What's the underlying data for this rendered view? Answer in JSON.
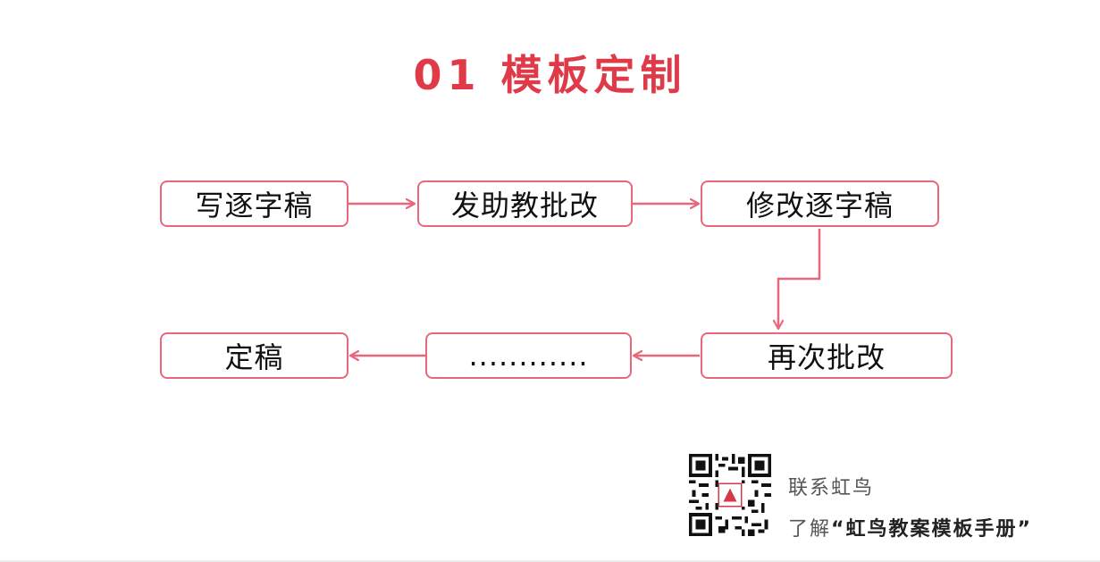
{
  "title": "01  模板定制",
  "colors": {
    "accent": "#e03a48",
    "box_border": "#e8677a",
    "arrow": "#e8677a"
  },
  "steps": [
    {
      "label": "写逐字稿"
    },
    {
      "label": "发助教批改"
    },
    {
      "label": "修改逐字稿"
    },
    {
      "label": "再次批改"
    },
    {
      "label": "............"
    },
    {
      "label": "定稿"
    }
  ],
  "contact": {
    "line1": "联系虹鸟",
    "line2_prefix": "了解",
    "line2_highlight": "“虹鸟教案模板手册”"
  },
  "icons": {
    "qr": "qr-code-icon"
  }
}
